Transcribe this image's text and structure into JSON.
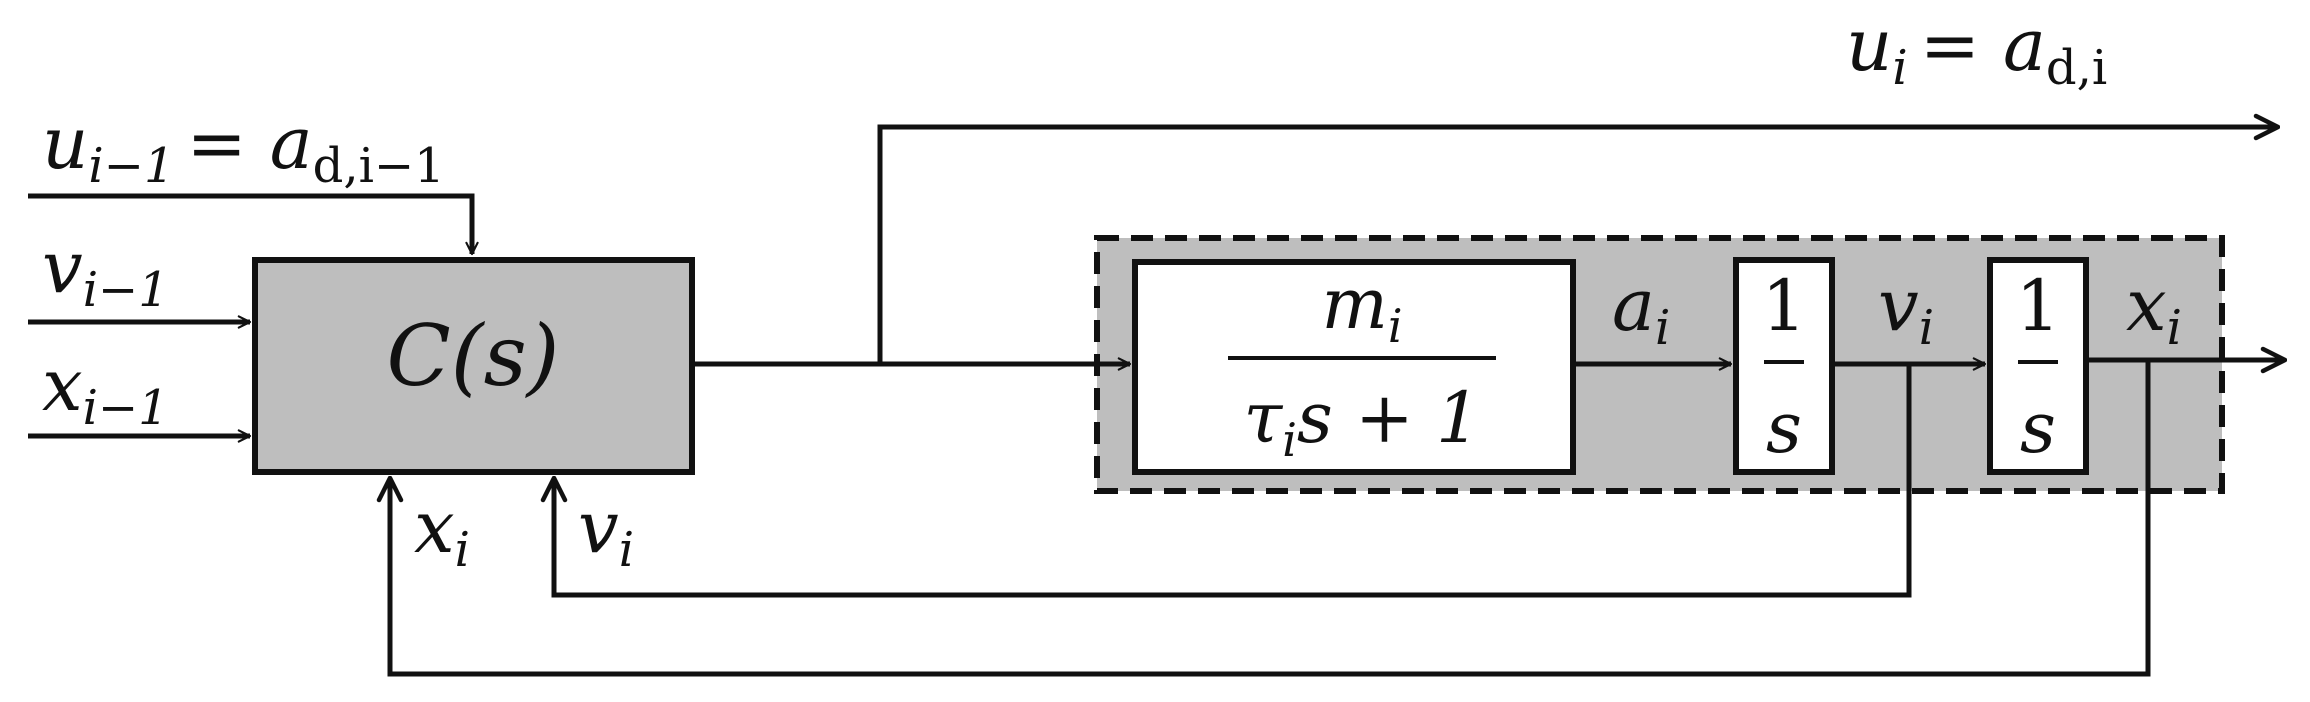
{
  "diagram": {
    "inputs": {
      "u_prev": {
        "var": "u",
        "sub": "i−1",
        "rhs": "= a",
        "rhs_sub": "d,i−1"
      },
      "v_prev": {
        "var": "v",
        "sub": "i−1"
      },
      "x_prev": {
        "var": "x",
        "sub": "i−1"
      }
    },
    "controller": {
      "label": "C(s)"
    },
    "plant": {
      "transfer": {
        "numerator_var": "m",
        "numerator_sub": "i",
        "denominator": "τ",
        "denominator_sub": "i",
        "denominator_rest": "s + 1"
      },
      "integrator_1": {
        "numerator": "1",
        "denominator": "s"
      },
      "integrator_2": {
        "numerator": "1",
        "denominator": "s"
      },
      "signal_a": {
        "var": "a",
        "sub": "i"
      },
      "signal_v": {
        "var": "v",
        "sub": "i"
      },
      "signal_x": {
        "var": "x",
        "sub": "i"
      }
    },
    "output": {
      "var": "u",
      "sub": "i",
      "rhs": "= a",
      "rhs_sub": "d,i"
    },
    "feedback": {
      "x": {
        "var": "x",
        "sub": "i"
      },
      "v": {
        "var": "v",
        "sub": "i"
      }
    },
    "colors": {
      "block_fill": "#bebebe",
      "line": "#111111"
    }
  }
}
